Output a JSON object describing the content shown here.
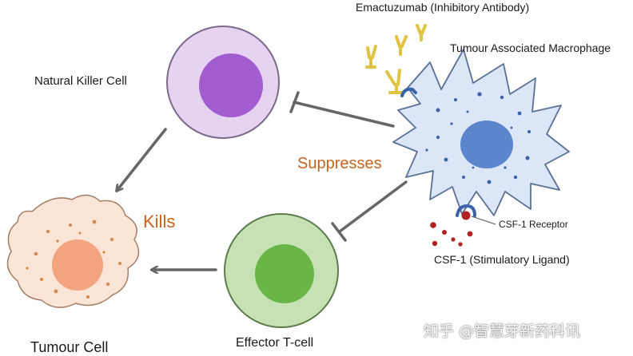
{
  "labels": {
    "antibody": "Emactuzumab (Inhibitory Antibody)",
    "macrophage": "Tumour Associated Macrophage",
    "nk_cell": "Natural Killer Cell",
    "suppresses": "Suppresses",
    "kills": "Kills",
    "receptor": "CSF-1 Receptor",
    "ligand": "CSF-1 (Stimulatory Ligand)",
    "tumour": "Tumour Cell",
    "tcell": "Effector T-cell"
  },
  "watermark": "知乎 @智慧芽新药科讯",
  "colors": {
    "nk_fill": "#e6d3f2",
    "nk_nucleus": "#a25ccf",
    "tcell_fill": "#c6e2b2",
    "tcell_nucleus": "#6ab547",
    "macrophage_fill": "#dbe6f7",
    "macrophage_nucleus": "#5b86cc",
    "tumour_fill": "#fbe5d6",
    "tumour_nucleus": "#f2a57e",
    "arrow": "#666666",
    "antibody": "#e0c341",
    "ligand": "#b22222",
    "accent_text": "#c8641e"
  }
}
